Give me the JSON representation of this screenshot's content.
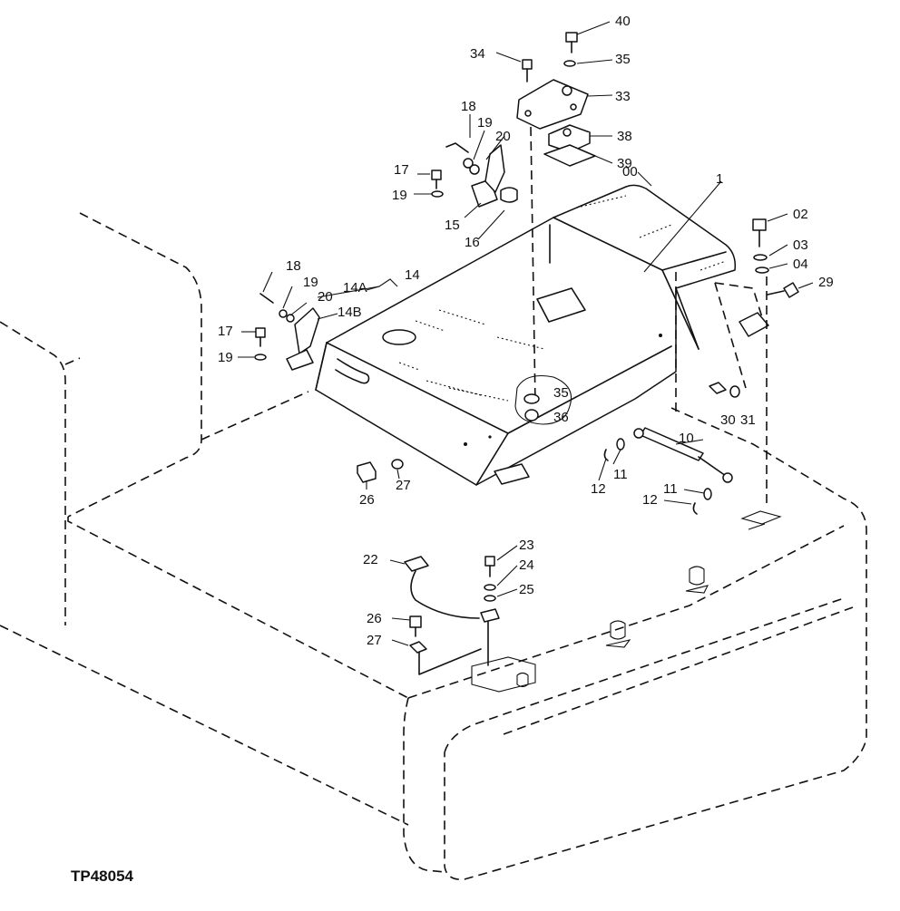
{
  "figure": {
    "id_label": "TP48054"
  },
  "callouts": {
    "c00": "00",
    "c1": "1",
    "c02": "02",
    "c03": "03",
    "c04": "04",
    "c29": "29",
    "c40": "40",
    "c34": "34",
    "c35_top": "35",
    "c33": "33",
    "c38": "38",
    "c39": "39",
    "c18_top": "18",
    "c19_top": "19",
    "c20_top": "20",
    "c17_top": "17",
    "c19_top2": "19",
    "c15": "15",
    "c16": "16",
    "c18_left": "18",
    "c19_left": "19",
    "c20_left": "20",
    "c14A": "14A",
    "c14": "14",
    "c14B": "14B",
    "c17_left": "17",
    "c19_left2": "19",
    "c35_mid": "35",
    "c36": "36",
    "c30": "30",
    "c31": "31",
    "c10": "10",
    "c11_a": "11",
    "c12_a": "12",
    "c11_b": "11",
    "c12_b": "12",
    "c26_a": "26",
    "c27_a": "27",
    "c22": "22",
    "c23": "23",
    "c24": "24",
    "c25": "25",
    "c26_b": "26",
    "c27_b": "27"
  }
}
